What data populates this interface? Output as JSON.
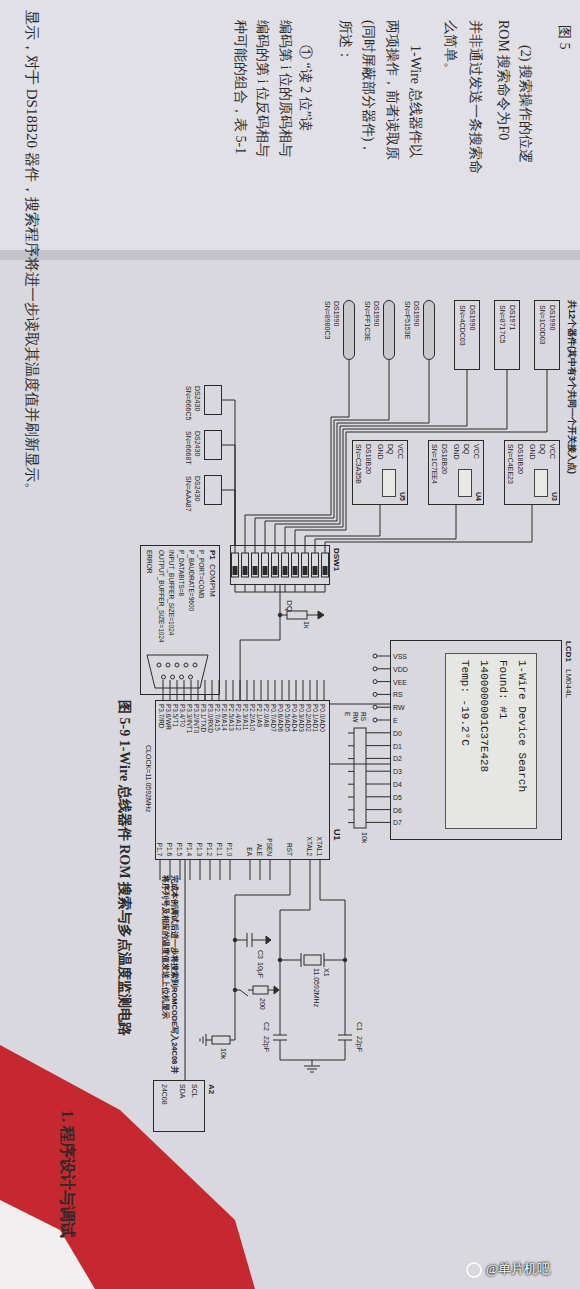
{
  "diagram": {
    "caption": "图 5-9 1-Wire 总线器件 ROM 搜索与多点温度监测电路",
    "nodes": [
      {
        "text": [
          "LCD1",
          "LM044L",
          "VSS",
          "VDD",
          "VEE",
          "RS",
          "RW",
          "E",
          "D0",
          "D1",
          "D2",
          "D3",
          "D4",
          "D5",
          "D6",
          "D7"
        ]
      },
      {
        "text": [
          "1-Wire Device Search",
          "Found: #1",
          "1400000001C37E428",
          "Temp: -19.2°C"
        ],
        "in": 0
      },
      {
        "text": [
          "U1",
          "P0.0/AD0",
          "P0.1/AD1",
          "P0.2/AD2",
          "P0.3/AD3",
          "P0.4/AD4",
          "P0.5/AD5",
          "P0.6/AD6",
          "P0.7/AD7",
          "P2.0/A8",
          "P2.1/A9",
          "P2.2/A10",
          "P2.3/A11",
          "P2.4/A12",
          "P2.5/A13",
          "P2.6/A14",
          "P2.7/A15",
          "P3.0/RXD",
          "P3.1/TXD",
          "P3.2/INT0",
          "P3.3/INT1",
          "P3.4/T0",
          "P3.5/T1",
          "P3.6/WR",
          "P3.7/RD",
          "XTAL1",
          "XTAL2",
          "RST",
          "PSEN",
          "ALE",
          "EA",
          "P1.0",
          "P1.1",
          "P1.2",
          "P1.3",
          "P1.4",
          "P1.5",
          "P1.6",
          "P1.7"
        ]
      },
      {
        "text": [
          "A2",
          "24C08",
          "SCL",
          "SDA"
        ]
      },
      {
        "text": [
          "P1",
          "COMPIM",
          "ERROR",
          "P_PORT=COM3",
          "P_BAUDRATE=9600",
          "P_DATABITS=8",
          "INPUT_BUFFER_SIZE=1024",
          "OUTPUT_BUFFER_SIZE=1024"
        ]
      },
      {
        "text": [
          "DSW1"
        ]
      },
      {
        "text": [
          "U3",
          "VCC",
          "DQ",
          "GND",
          "DS18B20",
          "SN=C4EE23"
        ]
      },
      {
        "text": [
          "U4",
          "VCC",
          "DQ",
          "GND",
          "DS18B20",
          "SN=1C7EE4"
        ]
      },
      {
        "text": [
          "U5",
          "VCC",
          "DQ",
          "GND",
          "DS18B20",
          "SN=C3A35B"
        ]
      },
      {
        "text": [
          "DS1990",
          "SN=1C0D03"
        ]
      },
      {
        "text": [
          "DS1971",
          "SN=8717C5"
        ]
      },
      {
        "text": [
          "DS1990",
          "SN=4CDC03"
        ]
      },
      {
        "text": [
          "DS1990",
          "SN=F5153E"
        ]
      },
      {
        "text": [
          "DS1990",
          "SN=FF1C3E"
        ]
      },
      {
        "text": [
          "DS1990",
          "SN=8980C3"
        ]
      },
      {
        "text": [
          "DS2430",
          "SN=666C5"
        ]
      },
      {
        "text": [
          "DS2430",
          "SN=6668T"
        ]
      },
      {
        "text": [
          "DS2430",
          "SN=AAA87"
        ]
      }
    ],
    "edges": [
      {
        "from": 2,
        "to": 0,
        "arrow": "none"
      },
      {
        "from": 2,
        "to": 0,
        "arrow": "none"
      },
      {
        "from": 2,
        "to": 4,
        "arrow": "none"
      },
      {
        "from": 2,
        "to": 5,
        "arrow": "none"
      },
      {
        "from": 2,
        "to": 3,
        "arrow": "none"
      },
      {
        "from": 6,
        "to": 5,
        "arrow": "none"
      },
      {
        "from": 7,
        "to": 5,
        "arrow": "none"
      },
      {
        "from": 8,
        "to": 5,
        "arrow": "none"
      },
      {
        "from": 9,
        "to": 5,
        "arrow": "none"
      },
      {
        "from": 10,
        "to": 5,
        "arrow": "none"
      },
      {
        "from": 11,
        "to": 5,
        "arrow": "none"
      },
      {
        "from": 12,
        "to": 5,
        "arrow": "none"
      },
      {
        "from": 13,
        "to": 5,
        "arrow": "none"
      },
      {
        "from": 14,
        "to": 5,
        "arrow": "none"
      },
      {
        "from": 15,
        "to": 5,
        "arrow": "none"
      },
      {
        "from": 16,
        "to": 5,
        "arrow": "none"
      },
      {
        "from": 17,
        "to": 5,
        "arrow": "none"
      }
    ],
    "labels": [
      "显示，对于 DS18B20 器件，搜索程序将进一步读取其温度值并刷新显示。",
      "图 5",
      "(2) 搜索操作的位逻",
      "ROM 搜索命令为F0",
      "并非通过发送一条搜索命",
      "么简单。",
      "1-Wire 总线器件以",
      "两项操作，前者读取原",
      "(同时屏蔽部分器件)，",
      "所述：",
      "① “读 2 位”读",
      "编码第 i 位的原码相与",
      "编码的第 i 位反码相与",
      "种可能的组合，表 5-1",
      "共12个器件(其中有3个共同一个开关接入点)",
      "10k",
      "DQ",
      "1k",
      "RS",
      "RW",
      "E",
      "X1",
      "11.0592MHz",
      "C1",
      "22pF",
      "C2",
      "22pF",
      "C3",
      "10μF",
      "200",
      "10k",
      "CLOCK=11.0592MHz",
      "完成本例调试后进一步将搜索到ROMCODE写入24C08 并将序列号及相应的温度值发送上位机显示",
      "1. 程序设计与调试",
      "@单片机吧"
    ]
  }
}
